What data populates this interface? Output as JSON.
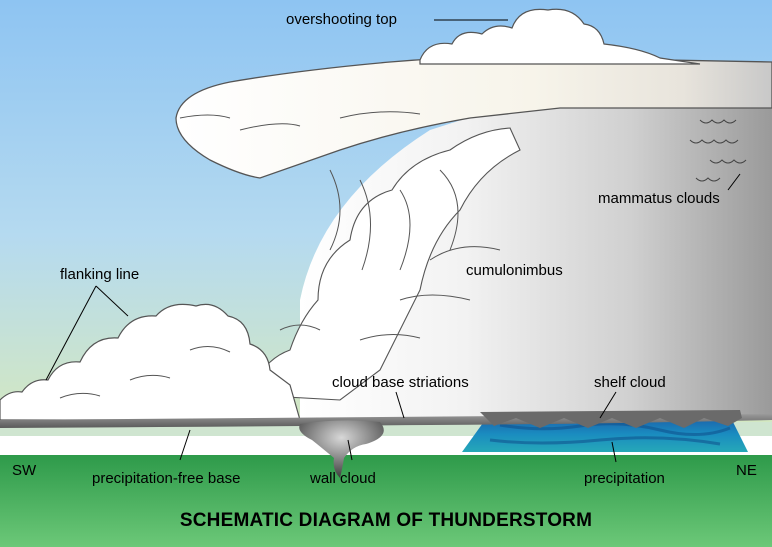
{
  "diagram": {
    "title": "SCHEMATIC DIAGRAM OF THUNDERSTORM",
    "labels": {
      "overshooting_top": "overshooting top",
      "mammatus_clouds": "mammatus clouds",
      "flanking_line": "flanking line",
      "cumulonimbus": "cumulonimbus",
      "cloud_base_striations": "cloud base striations",
      "shelf_cloud": "shelf cloud",
      "sw": "SW",
      "precipitation_free_base": "precipitation-free base",
      "wall_cloud": "wall cloud",
      "precipitation": "precipitation",
      "ne": "NE"
    },
    "colors": {
      "sky_top": "#8ec4f2",
      "sky_bottom": "#d4e8c0",
      "ground": "#2e9a4a",
      "cloud": "#ffffff",
      "cloud_shadow": "#9a9a9a",
      "precipitation": "#1a8cc0"
    }
  }
}
